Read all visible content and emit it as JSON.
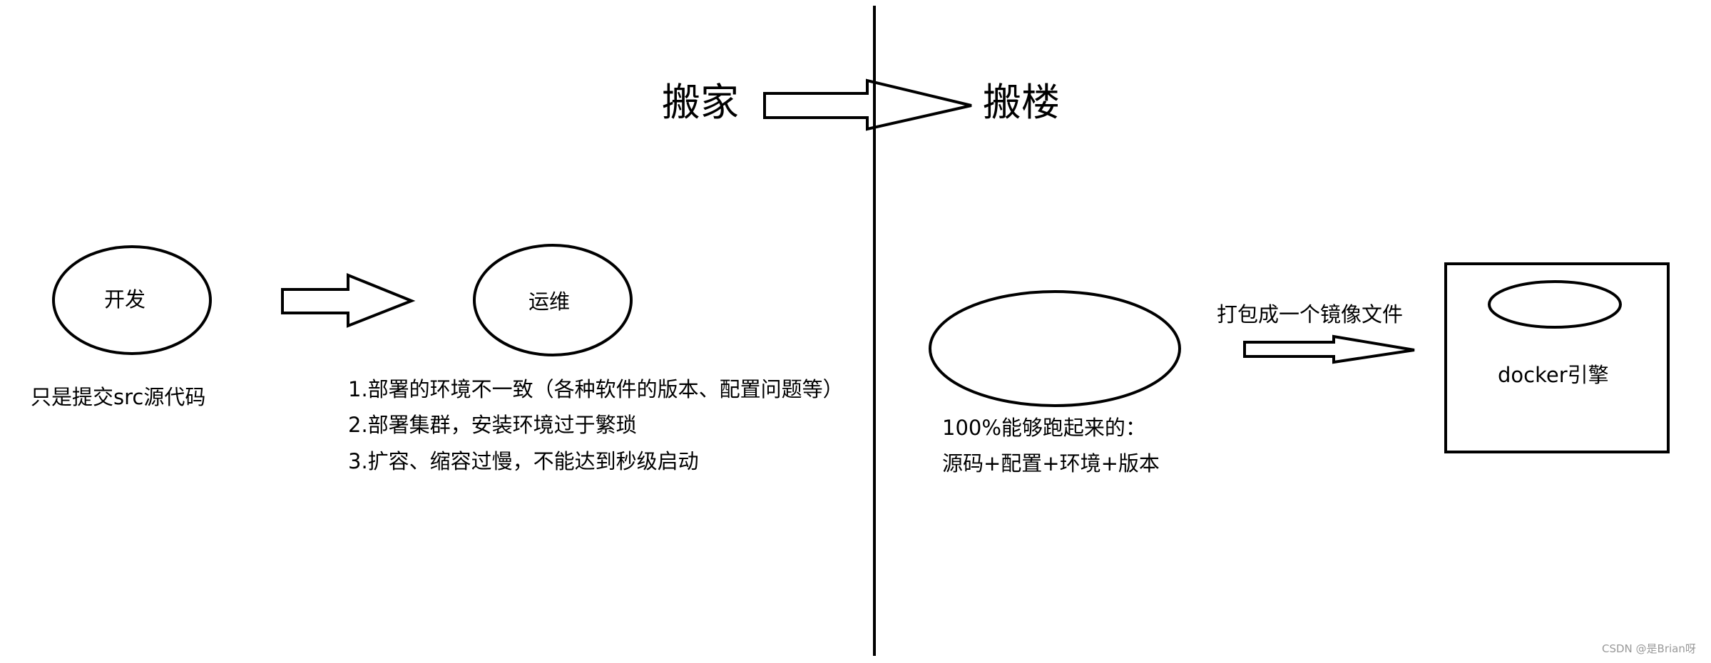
{
  "colors": {
    "stroke": "#000000",
    "background": "#ffffff",
    "watermark": "#999999"
  },
  "header": {
    "left_word": "搬家",
    "right_word": "搬楼"
  },
  "left_panel": {
    "dev_label": "开发",
    "ops_label": "运维",
    "dev_note": "只是提交src源代码",
    "issues": [
      "1.部署的环境不一致（各种软件的版本、配置问题等）",
      "2.部署集群，安装环境过于繁琐",
      "3.扩容、缩容过慢，不能达到秒级启动"
    ]
  },
  "right_panel": {
    "image_lines": [
      "100%能够跑起来的：",
      "源码+配置+环境+版本"
    ],
    "pack_label": "打包成一个镜像文件",
    "engine_label": "docker引擎"
  },
  "watermark": "CSDN @是Brian呀"
}
